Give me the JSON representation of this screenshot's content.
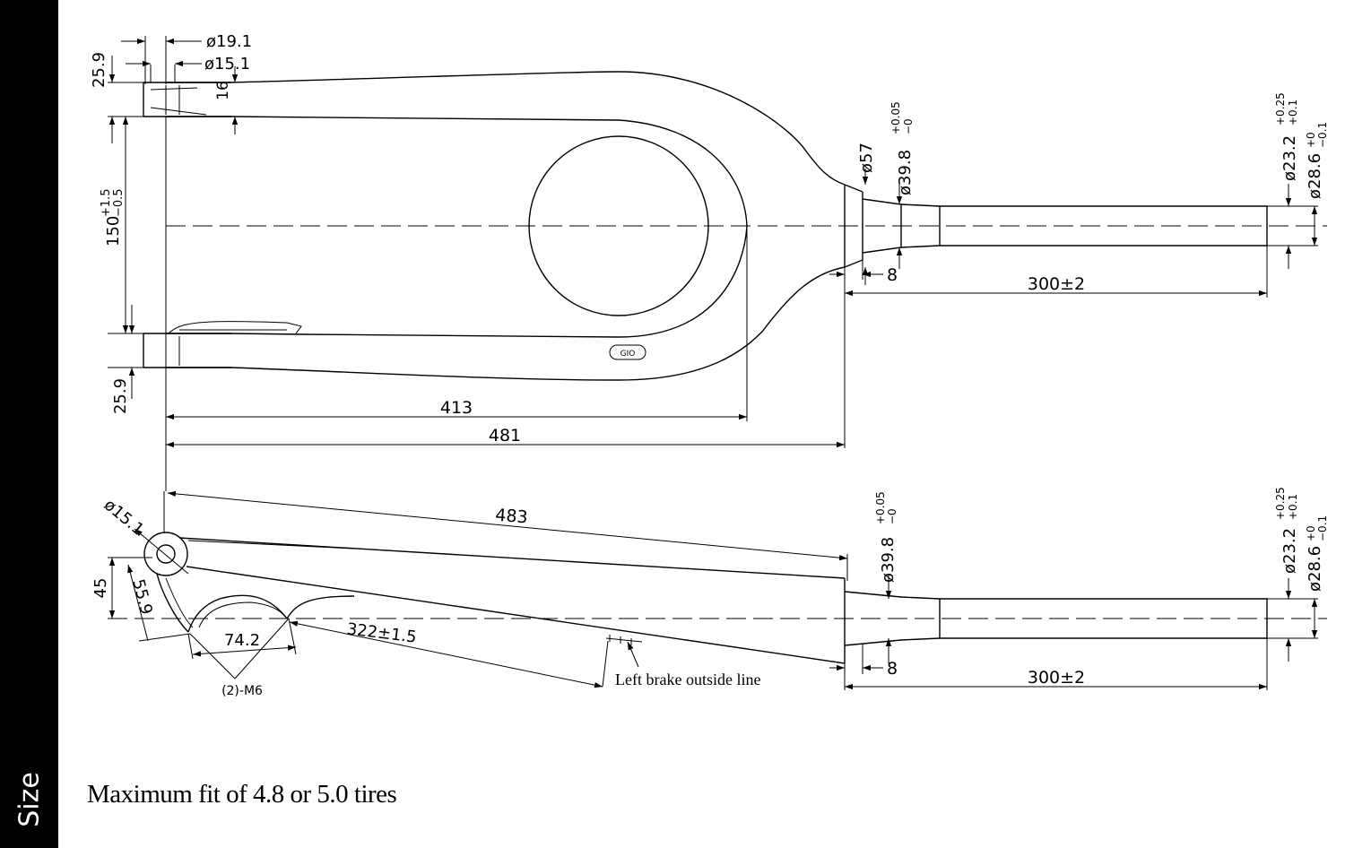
{
  "sidebar": {
    "label": "Size"
  },
  "caption": "Maximum fit of 4.8 or 5.0 tires",
  "top_view": {
    "dims": {
      "dia_19_1": "ø19.1",
      "dia_15_1": "ø15.1",
      "gap_25_9_top": "25.9",
      "width_16": "16",
      "spacing": "150",
      "spacing_tol_upper": "+1.5",
      "spacing_tol_lower": "−0.5",
      "gap_25_9_bottom": "25.9",
      "len_413": "413",
      "len_481": "481",
      "crown_dia_57": "ø57",
      "crown_dia_39_8": "ø39.8",
      "crown_tol_upper": "+0.05",
      "crown_tol_lower": "−0",
      "crown_len_8": "8",
      "steerer_len": "300±2",
      "steerer_dia_23_2": "ø23.2",
      "steerer_23_2_tol_upper": "+0.25",
      "steerer_23_2_tol_lower": "+0.1",
      "steerer_dia_28_6": "ø28.6",
      "steerer_28_6_tol_upper": "+0",
      "steerer_28_6_tol_lower": "−0.1"
    }
  },
  "side_view": {
    "dims": {
      "dia_15_1": "ø15.1",
      "len_483": "483",
      "offset_45": "45",
      "len_55_9": "55.9",
      "len_74_2": "74.2",
      "len_322": "322±1.5",
      "mount_thread": "(2)-M6",
      "brake_note": "Left brake outside line",
      "crown_dia_39_8": "ø39.8",
      "crown_tol_upper": "+0.05",
      "crown_tol_lower": "−0",
      "crown_len_8": "8",
      "steerer_len": "300±2",
      "steerer_dia_23_2": "ø23.2",
      "steerer_23_2_tol_upper": "+0.25",
      "steerer_23_2_tol_lower": "+0.1",
      "steerer_dia_28_6": "ø28.6",
      "steerer_28_6_tol_upper": "+0",
      "steerer_28_6_tol_lower": "−0.1"
    }
  }
}
